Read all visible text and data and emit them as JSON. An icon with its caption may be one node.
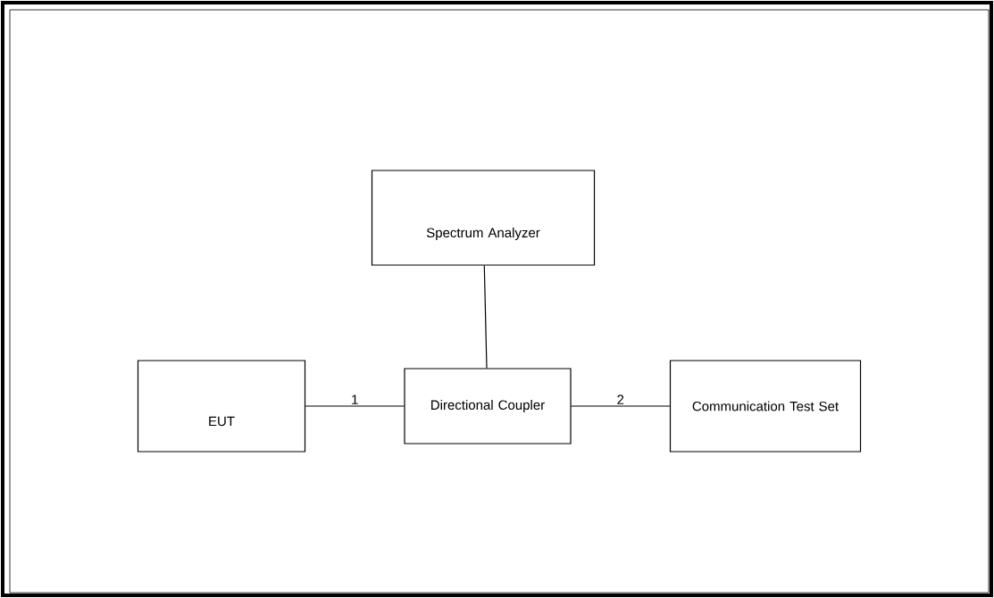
{
  "diagram": {
    "nodes": [
      {
        "text": [
          "Spectrum Analyzer"
        ]
      },
      {
        "text": [
          "EUT"
        ]
      },
      {
        "text": [
          "Directional Coupler"
        ]
      },
      {
        "text": [
          "Communication Test Set"
        ]
      }
    ],
    "edges": [
      {
        "from": 1,
        "to": 2,
        "arrow": "none",
        "label": "1"
      },
      {
        "from": 2,
        "to": 3,
        "arrow": "none",
        "label": "2"
      },
      {
        "from": 0,
        "to": 2,
        "arrow": "none"
      }
    ]
  }
}
